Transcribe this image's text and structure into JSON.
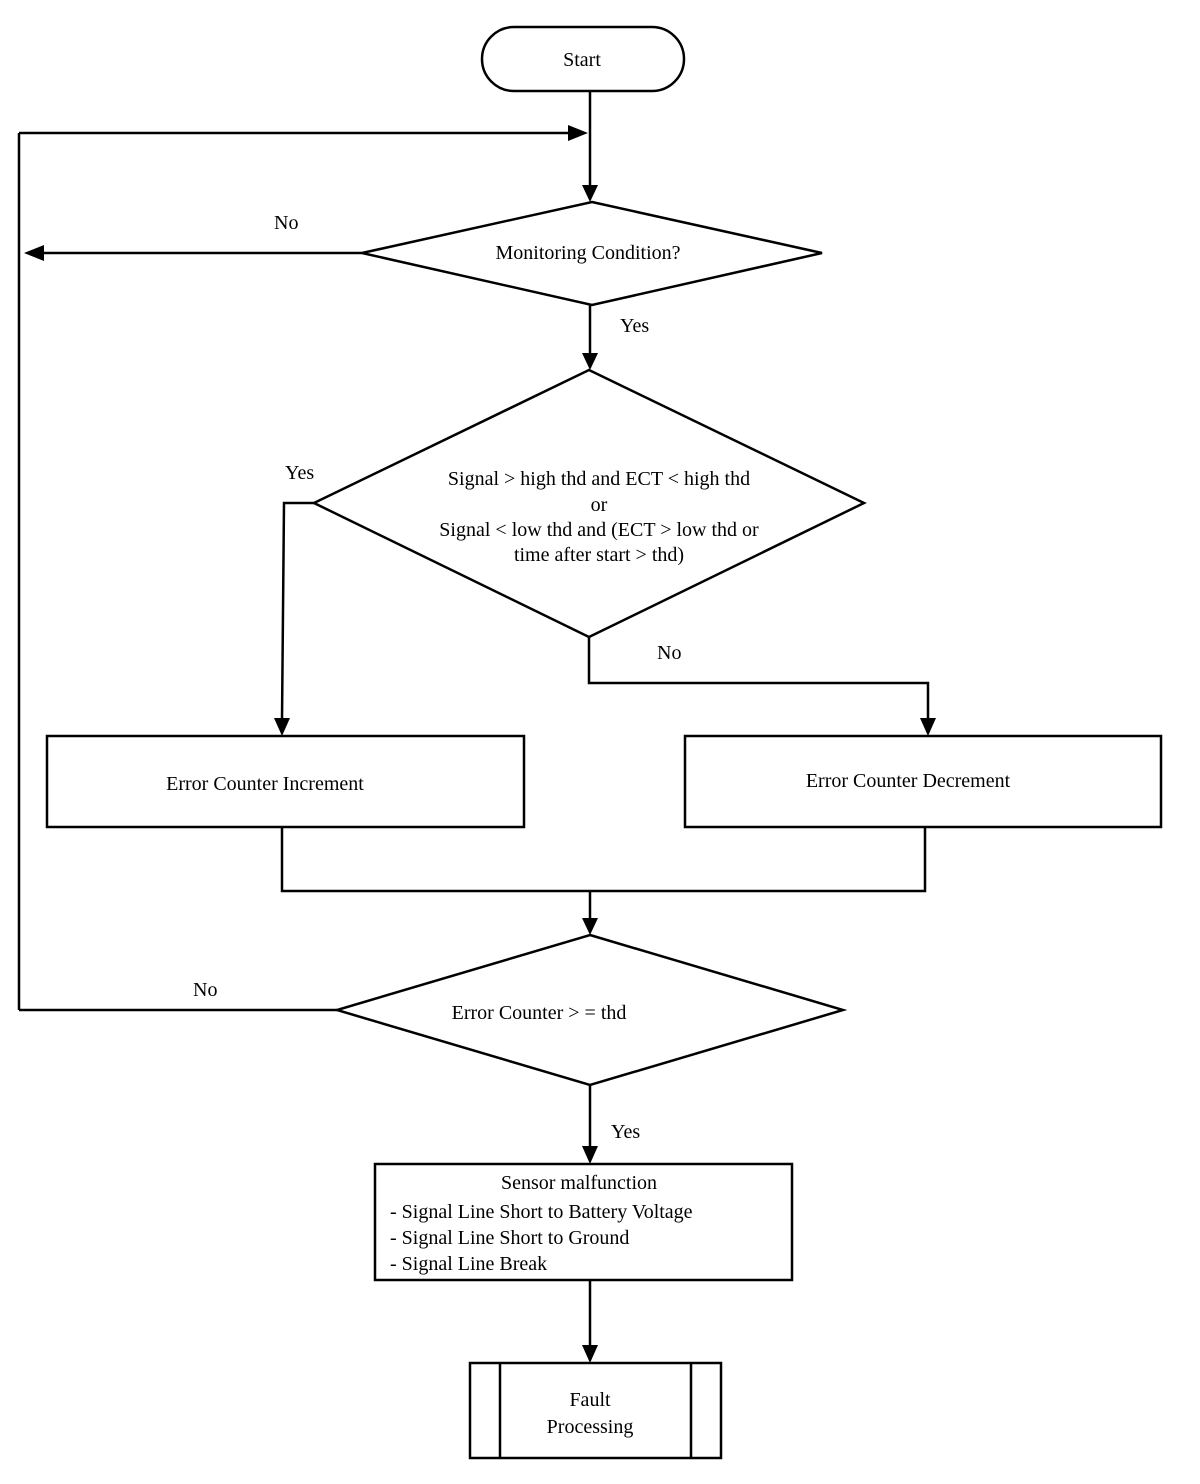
{
  "diagram": {
    "start": "Start",
    "monitoring_condition": "Monitoring Condition?",
    "threshold_check": {
      "line1": "Signal > high thd and ECT < high thd",
      "line2": "or",
      "line3": "Signal < low thd and (ECT > low thd or",
      "line4": "time after start > thd)"
    },
    "error_counter_increment": "Error Counter Increment",
    "error_counter_decrement": "Error Counter Decrement",
    "error_counter_check": "Error Counter > = thd",
    "sensor_malfunction": {
      "title": "Sensor malfunction",
      "items": [
        "- Signal Line Short to Battery Voltage",
        "- Signal Line Short to Ground",
        "- Signal Line Break"
      ]
    },
    "fault_processing": {
      "line1": "Fault",
      "line2": "Processing"
    },
    "labels": {
      "monitoring_no": "No",
      "monitoring_yes": "Yes",
      "threshold_yes": "Yes",
      "threshold_no": "No",
      "counter_no": "No",
      "counter_yes": "Yes"
    }
  }
}
